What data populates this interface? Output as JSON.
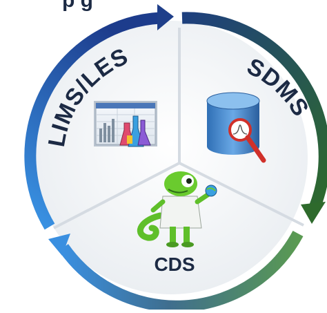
{
  "diagram": {
    "title_partial": "p          g",
    "segments": [
      {
        "id": "lims",
        "label": "LIMS/LES",
        "icon": "spreadsheet-lab-flasks-icon"
      },
      {
        "id": "sdms",
        "label": "SDMS",
        "icon": "database-magnifier-icon"
      },
      {
        "id": "cds",
        "label": "CDS",
        "icon": "chameleon-scientist-mascot-icon"
      }
    ],
    "colors": {
      "arc_dark_blue": "#1f3f8a",
      "arc_mid_blue": "#2e6fc4",
      "arc_light_blue": "#3a8fe0",
      "arc_teal": "#2a4f6e",
      "arc_dark_green": "#2b5a2e",
      "arc_green": "#4f8a4a",
      "label_text": "#1c2a44",
      "divider": "#cfd5dc"
    }
  }
}
